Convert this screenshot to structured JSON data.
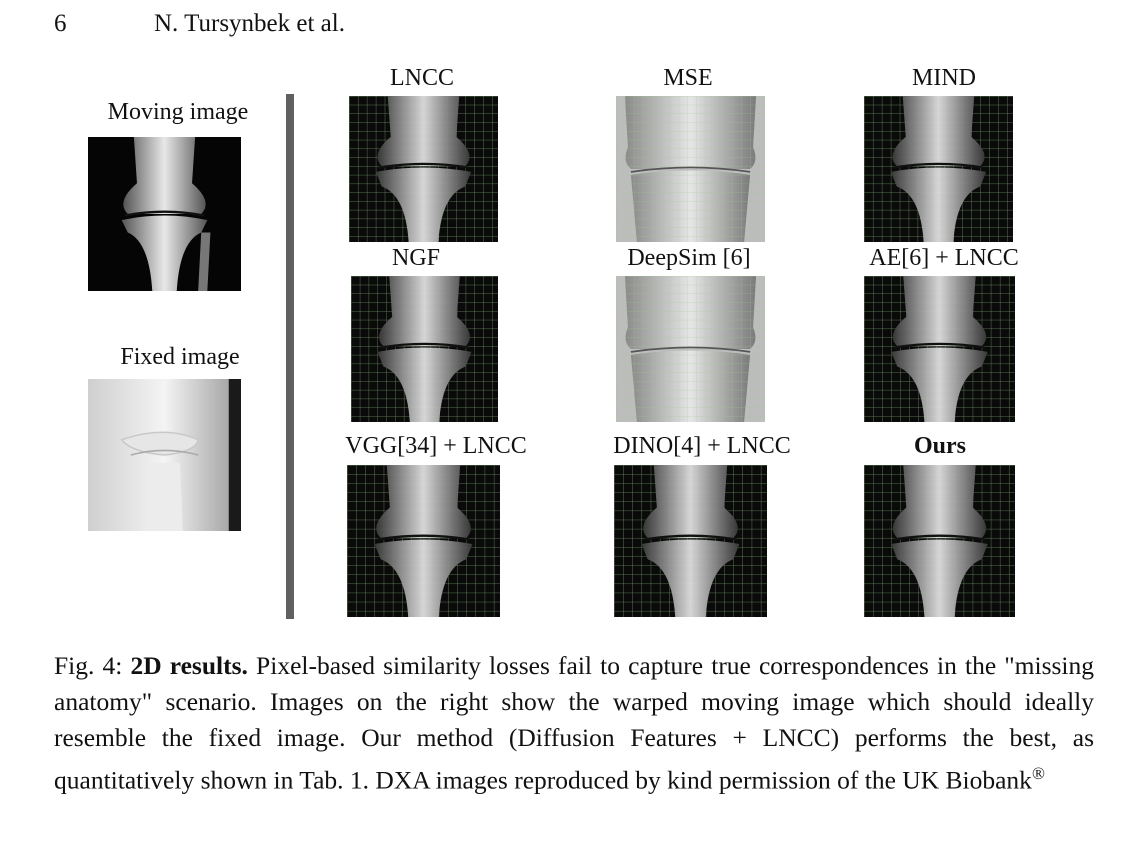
{
  "header": {
    "page_number": "6",
    "authors": "N. Tursynbek et al."
  },
  "left_panel": {
    "moving_label": "Moving image",
    "fixed_label": "Fixed image"
  },
  "grid": [
    {
      "label": "LNCC",
      "bold": false
    },
    {
      "label": "MSE",
      "bold": false
    },
    {
      "label": "MIND",
      "bold": false
    },
    {
      "label": "NGF",
      "bold": false
    },
    {
      "label": "DeepSim [6]",
      "bold": false
    },
    {
      "label": "AE[6] + LNCC",
      "bold": false
    },
    {
      "label": "VGG[34] + LNCC",
      "bold": false
    },
    {
      "label": "DINO[4] + LNCC",
      "bold": false
    },
    {
      "label": "Ours",
      "bold": true
    }
  ],
  "caption": {
    "fig_label": "Fig. 4:",
    "bold_title": "2D results.",
    "text": "Pixel-based similarity losses fail to capture true correspondences in the \"missing anatomy\" scenario. Images on the right show the warped moving image which should ideally resemble the fixed image. Our method (Diffusion Features + LNCC) performs the best, as quantitatively shown in Tab. 1. DXA images reproduced by kind permission of the UK Biobank",
    "registered_mark": "®"
  }
}
